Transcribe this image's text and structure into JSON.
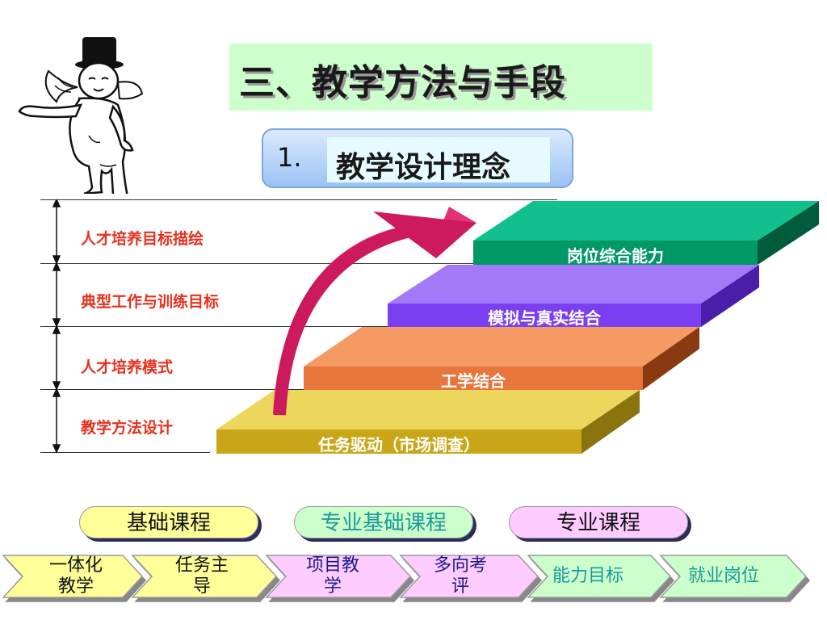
{
  "title": "三、教学方法与手段",
  "subtitle": {
    "number": "1.",
    "text": "教学设计理念"
  },
  "stages": [
    "人才培养目标描绘",
    "典型工作与训练目标",
    "人才培养模式",
    "教学方法设计"
  ],
  "steps": [
    {
      "label": "岗位综合能力",
      "front": "#009966",
      "top": "#11c08c",
      "side": "#005c3a"
    },
    {
      "label": "模拟与真实结合",
      "front": "#7a3ff0",
      "top": "#a27af8",
      "side": "#4a1ea8"
    },
    {
      "label": "工学结合",
      "front": "#e8763c",
      "top": "#f59a62",
      "side": "#8a3a10"
    },
    {
      "label": "任务驱动（市场调查）",
      "front": "#c9a617",
      "top": "#ecd75c",
      "side": "#8a7410"
    }
  ],
  "courses": [
    "基础课程",
    "专业基础课程",
    "专业课程"
  ],
  "chevrons": [
    "一体化教学",
    "任务主导",
    "项目教学",
    "多向考评",
    "能力目标",
    "就业岗位"
  ],
  "colors": {
    "title_bg": "#ccffcc",
    "stage_text": "#e8301c",
    "arrow": "#cc1a5c"
  }
}
